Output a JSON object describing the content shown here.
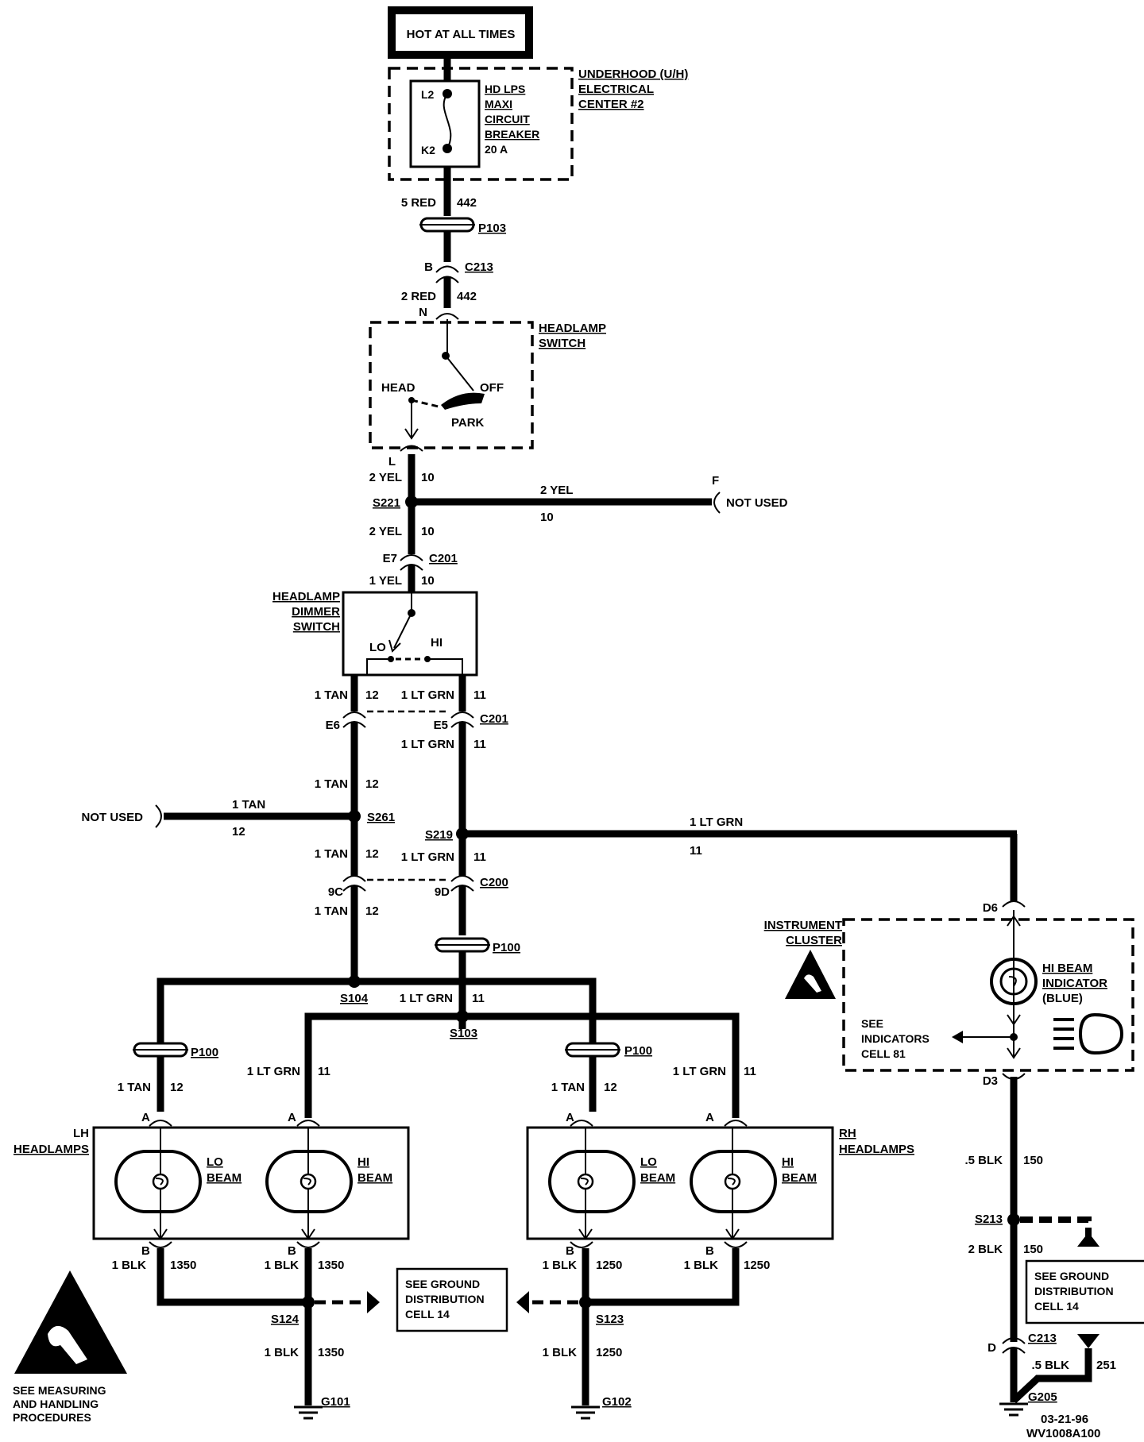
{
  "power_source": {
    "label": "HOT AT ALL TIMES"
  },
  "underhood_center": {
    "label_lines": [
      "UNDERHOOD (U/H)",
      "ELECTRICAL",
      "CENTER #2"
    ],
    "breaker_lines": [
      "HD LPS",
      "MAXI",
      "CIRCUIT",
      "BREAKER",
      "20 A"
    ],
    "terminal_top": "L2",
    "terminal_bottom": "K2"
  },
  "wire_top": {
    "gauge": "5 RED",
    "circuit": "442"
  },
  "pass_through_p103": "P103",
  "connector_c213_top": {
    "pin": "B",
    "name": "C213"
  },
  "wire_c213_n": {
    "gauge": "2 RED",
    "circuit": "442",
    "pin": "N"
  },
  "headlamp_switch": {
    "label_lines": [
      "HEADLAMP",
      "SWITCH"
    ],
    "head": "HEAD",
    "off": "OFF",
    "park": "PARK",
    "pin_out": "L"
  },
  "wire_l_s221": {
    "gauge": "2 YEL",
    "circuit": "10"
  },
  "splice_s221": "S221",
  "branch_f": {
    "gauge": "2 YEL",
    "circuit": "10",
    "pin": "F",
    "note": "NOT USED"
  },
  "wire_s221_c201": {
    "gauge": "2 YEL",
    "circuit": "10"
  },
  "connector_c201_top": {
    "pin": "E7",
    "name": "C201"
  },
  "wire_into_dimmer": {
    "gauge": "1 YEL",
    "circuit": "10"
  },
  "dimmer_switch": {
    "label_lines": [
      "HEADLAMP",
      "DIMMER",
      "SWITCH"
    ],
    "lo": "LO",
    "hi": "HI"
  },
  "wire_tan_12": {
    "gauge": "1 TAN",
    "circuit": "12"
  },
  "wire_ltgrn_11": {
    "gauge": "1 LT GRN",
    "circuit": "11"
  },
  "connector_c201_mid": {
    "pin_left": "E6",
    "pin_right": "E5",
    "name": "C201"
  },
  "splice_s261": "S261",
  "branch_s261": {
    "note": "NOT USED",
    "gauge": "1 TAN",
    "circuit": "12"
  },
  "splice_s219": "S219",
  "branch_s219": {
    "gauge": "1 LT GRN",
    "circuit": "11"
  },
  "connector_c200": {
    "pin_left": "9C",
    "pin_right": "9D",
    "name": "C200"
  },
  "pass_through_p100": "P100",
  "splice_s104": "S104",
  "splice_s103": "S103",
  "instrument_cluster": {
    "label_lines": [
      "INSTRUMENT",
      "CLUSTER"
    ],
    "pin_in": "D6",
    "pin_out": "D3",
    "indicator_lines": [
      "HI BEAM",
      "INDICATOR",
      "(BLUE)"
    ],
    "see_lines": [
      "SEE",
      "INDICATORS",
      "CELL  81"
    ]
  },
  "lh_headlamps": {
    "label_lines": [
      "LH",
      "HEADLAMPS"
    ],
    "lo_lines": [
      "LO",
      "BEAM"
    ],
    "hi_lines": [
      "HI",
      "BEAM"
    ]
  },
  "rh_headlamps": {
    "label_lines": [
      "RH",
      "HEADLAMPS"
    ],
    "lo_lines": [
      "LO",
      "BEAM"
    ],
    "hi_lines": [
      "HI",
      "BEAM"
    ]
  },
  "pin_a": "A",
  "pin_b": "B",
  "lh_ground_wire": {
    "gauge": "1 BLK",
    "circuit": "1350"
  },
  "rh_ground_wire": {
    "gauge": "1 BLK",
    "circuit": "1250"
  },
  "splice_s124": "S124",
  "splice_s123": "S123",
  "ground_note": {
    "lines": [
      "SEE GROUND",
      "DISTRIBUTION",
      "CELL  14"
    ]
  },
  "ground_g101": "G101",
  "ground_g102": "G102",
  "cluster_ground_wire": {
    "gauge": ".5 BLK",
    "circuit": "150"
  },
  "splice_s213": "S213",
  "wire_s213_down": {
    "gauge": "2 BLK",
    "circuit": "150"
  },
  "connector_c213_bottom": {
    "pin": "D",
    "name": "C213"
  },
  "wire_c213_g205": {
    "gauge": ".5 BLK",
    "circuit": "251"
  },
  "ground_g205": "G205",
  "esd_note": {
    "lines": [
      "SEE MEASURING",
      "AND HANDLING",
      "PROCEDURES"
    ]
  },
  "footer": {
    "date": "03-21-96",
    "code": "WV1008A100"
  }
}
